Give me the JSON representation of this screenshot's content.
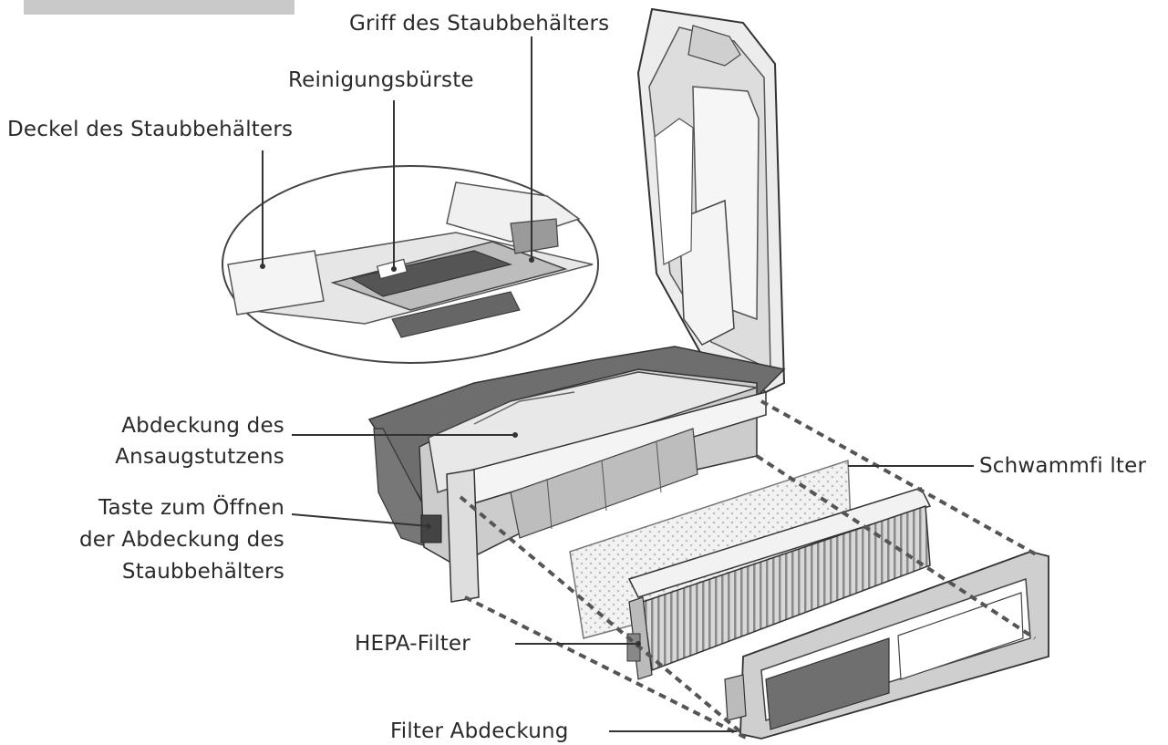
{
  "labels": {
    "griff": "Griff des Staubbehälters",
    "buerste": "Reinigungsbürste",
    "deckel": "Deckel des Staubbehälters",
    "abdeckung_ansaug": [
      "Abdeckung des",
      "Ansaugstutzens"
    ],
    "taste": [
      "Taste zum Öffnen",
      "der Abdeckung des",
      "Staubbehälters"
    ],
    "schwamm": "Schwammfi lter",
    "hepa": "HEPA-Filter",
    "filter_abdeckung": "Filter Abdeckung"
  },
  "colors": {
    "line": "#3a3a3a",
    "body_light": "#eeeeee",
    "body_mid": "#cfcfcf",
    "body_dark": "#7a7a7a",
    "tab": "#c9c9c9"
  }
}
